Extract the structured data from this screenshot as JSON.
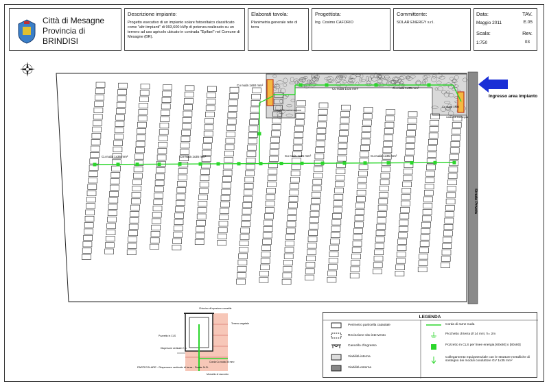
{
  "header": {
    "city_line1": "Città di Mesagne",
    "city_line2": "Provincia di BRINDISI",
    "descr_title": "Descrizione impianto:",
    "descr_text": "Progetto esecutivo di un impianto solare fotovoltaico classificato come \"altri impianti\" di 993,600 kWp di potenza realizzato su un terreno ad uso agricolo ubicato in contrada \"Epifani\" nel Comune di Mesagne (BR).",
    "elab_title": "Elaborati tavola:",
    "elab_text": "Planimetria generale rete di terra",
    "prog_title": "Progettista:",
    "prog_text": "Ing. Cosimo CAFORIO",
    "comm_title": "Committente:",
    "comm_text": "SOLAR ENERGY s.r.l.",
    "data_title": "Data:",
    "data_val": "Maggio 2011",
    "tav_title": "TAV.",
    "tav_val": "E.05",
    "scala_title": "Scala:",
    "scala_val": "1:750",
    "rev_title": "Rev.",
    "rev_val": "03"
  },
  "plan": {
    "cable_top_left": "Cu nuda 1x50 mm²",
    "cable_top_mid": "Cu nuda 1x35 mm²",
    "cable_top_right": "Cu nuda 1x35 mm²",
    "cable_row": "Cu nuda 1x35 mm²",
    "cabin_left": "Cabina di trasformazione",
    "cabin_right": "Cabina di Consegna",
    "cabin_right_cable": "Cu nuda 1x95",
    "entrance": "Ingresso area impianto",
    "road": "Strada Privata"
  },
  "detail": {
    "caption": "PARTICOLARE - Dispersore verticale di terra - Scala: N.D.",
    "l1": "Chiusino di ispezione carrabile",
    "l2": "Terreno vegetale",
    "l3": "Pozzetto in CLS",
    "l4": "Dispersore verticale 2 m",
    "l5": "Corda Cu nuda 35 mm²",
    "l6": "Morsetto di raccordo"
  },
  "legend": {
    "title": "LEGENDA",
    "items": [
      "Perimetro particella catastale",
      "Recinzione sito intervento",
      "Cancello d'ingresso",
      "Viabilità interna",
      "Viabilità esterna",
      "Corda di rame nuda",
      "Picchetto di terra Ø 14 mm; h= 2m",
      "Pozzetto in CLS per linee energia [60x60] o [80x80]",
      "Collegamento equipotenziale con le strutture metalliche di sostegno dei moduli conduttore GV 1x35 mm²"
    ]
  },
  "colors": {
    "ground": "#2bd62b",
    "arrow": "#1a2fd6",
    "road": "#8a8a8a"
  }
}
